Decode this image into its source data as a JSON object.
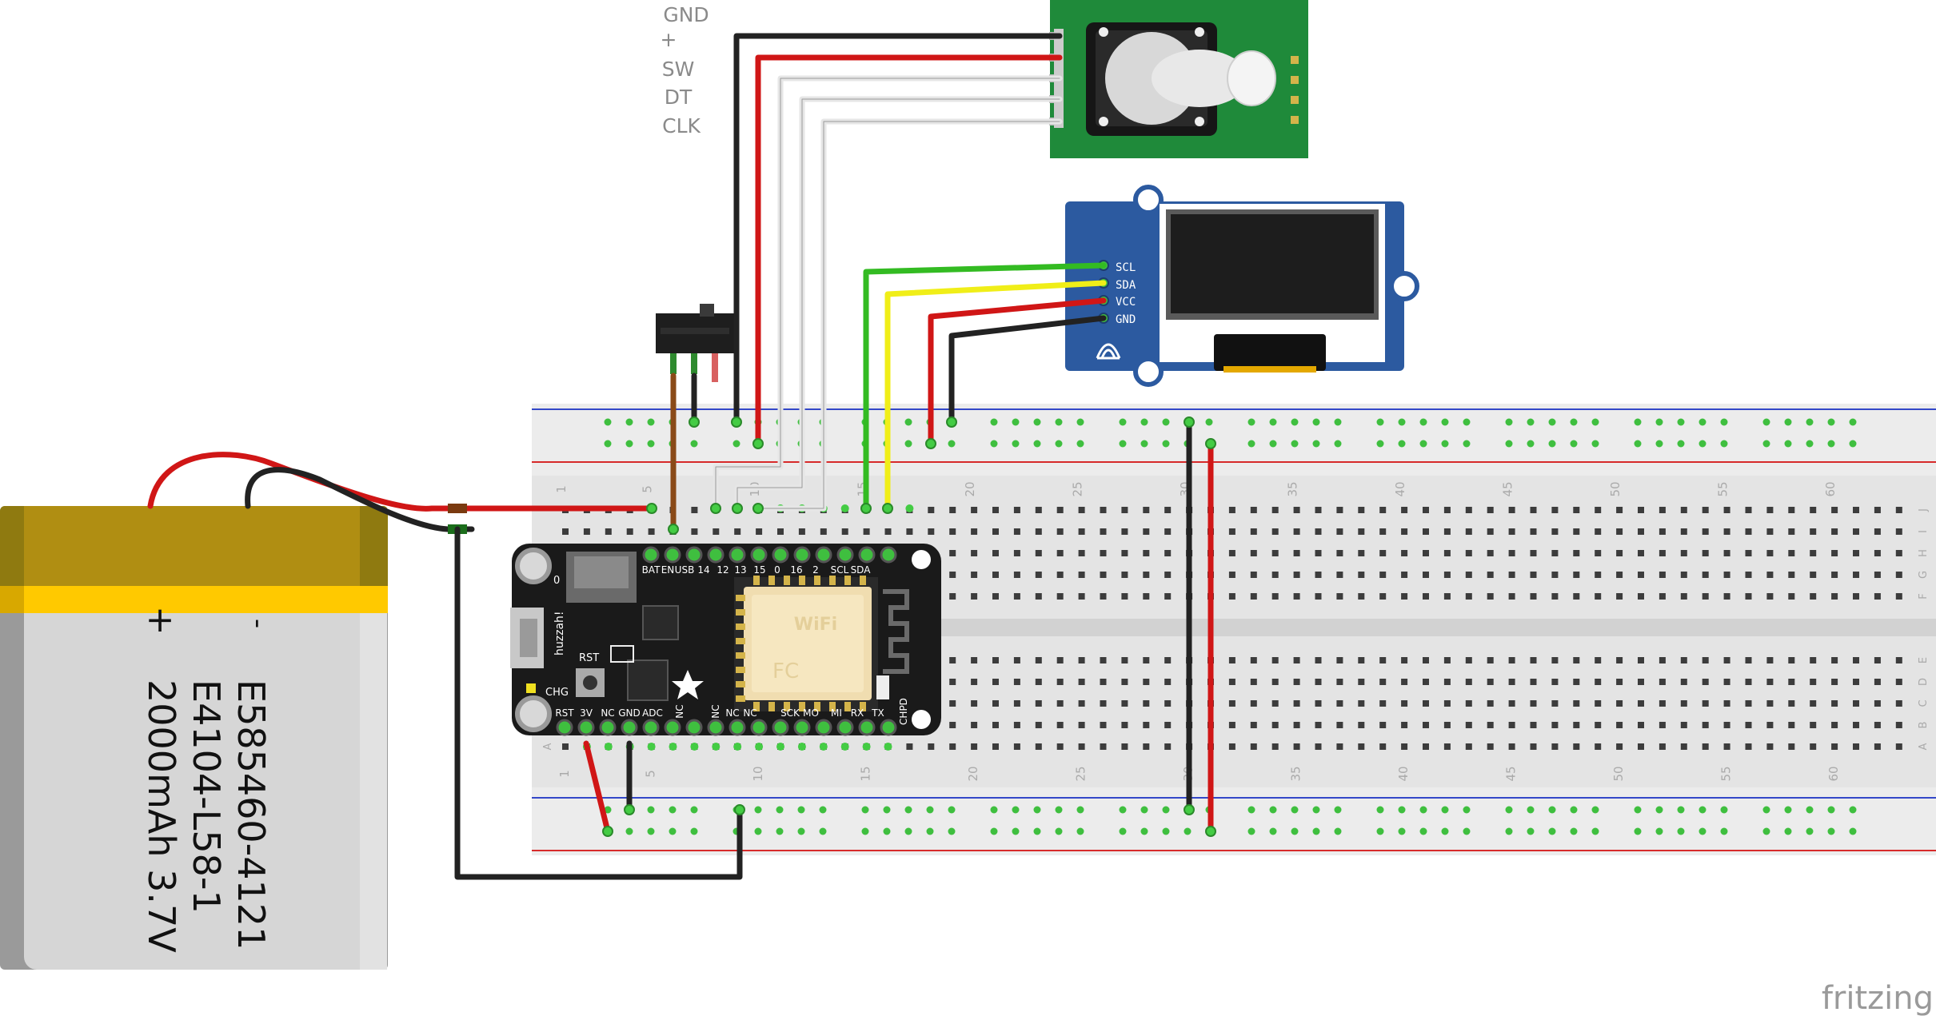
{
  "encoder_labels": [
    "GND",
    "+",
    "SW",
    "DT",
    "CLK"
  ],
  "oled_labels": [
    "SCL",
    "SDA",
    "VCC",
    "GND"
  ],
  "battery": {
    "minus": "-",
    "plus": "+",
    "line1": "E585460-4121",
    "line2": "E4104-L58-1",
    "line3": "2000mAh 3.7V"
  },
  "board": {
    "top_pins": [
      "BAT",
      "EN",
      "USB",
      "14",
      "12",
      "13",
      "15",
      "0",
      "16",
      "2",
      "SCL",
      "SDA"
    ],
    "bottom_pins": [
      "RST",
      "3V",
      "NC",
      "GND",
      "ADC",
      "NC",
      "NC",
      "NC",
      "NC",
      "SCK",
      "MO",
      "MI",
      "RX",
      "TX",
      "CHPD"
    ],
    "silk_rst": "RST",
    "silk_chg": "CHG",
    "silk_huzzah": "huzzah!",
    "wifi_label": "WiFi",
    "fcc_label": "FC",
    "pad_d": "0"
  },
  "breadboard": {
    "column_numbers": [
      "1",
      "5",
      "10",
      "15",
      "20",
      "25",
      "30",
      "35",
      "40",
      "45",
      "50",
      "55",
      "60"
    ],
    "row_letters_top": [
      "J",
      "I",
      "H",
      "G",
      "F"
    ],
    "row_letters_bottom": [
      "E",
      "D",
      "C",
      "B",
      "A"
    ]
  },
  "watermark": "fritzing",
  "colors": {
    "wire_red": "#d01616",
    "wire_black": "#222222",
    "wire_white": "#e8e8e8",
    "wire_green": "#33bb22",
    "wire_yellow": "#f0ee18",
    "wire_brown": "#8a4a18",
    "pcb_green": "#1f8a3a",
    "oled_blue": "#2c5aa0",
    "board_black": "#1a1a1a",
    "battery_gold": "#b08e12",
    "battery_yellow": "#ffc900"
  }
}
